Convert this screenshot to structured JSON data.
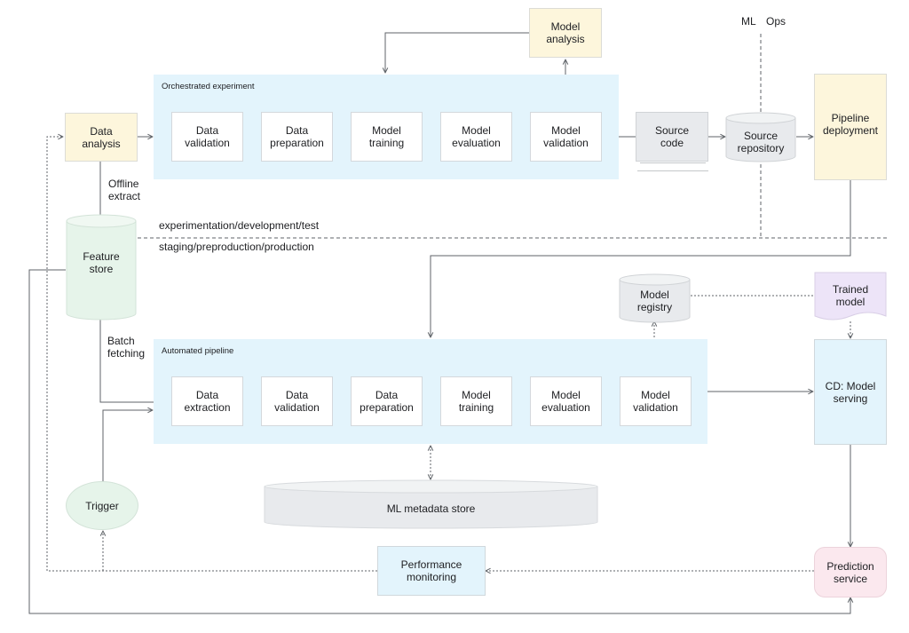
{
  "top": {
    "model_analysis": "Model\nanalysis",
    "panel_title": "Orchestrated experiment",
    "steps": [
      "Data\nvalidation",
      "Data\npreparation",
      "Model\ntraining",
      "Model\nevaluation",
      "Model\nvalidation"
    ],
    "data_analysis": "Data\nanalysis",
    "source_code": "Source\ncode",
    "source_repository": "Source\nrepository",
    "pipeline_deployment": "Pipeline\ndeployment"
  },
  "labels": {
    "ml": "ML",
    "ops": "Ops",
    "offline_extract": "Offline\nextract",
    "experimentation": "experimentation/development/test",
    "staging": "staging/preproduction/production",
    "batch_fetching": "Batch\nfetching"
  },
  "feature_store": "Feature\nstore",
  "bottom": {
    "model_registry": "Model\nregistry",
    "trained_model": "Trained\nmodel",
    "panel_title": "Automated pipeline",
    "steps": [
      "Data\nextraction",
      "Data\nvalidation",
      "Data\npreparation",
      "Model\ntraining",
      "Model\nevaluation",
      "Model\nvalidation"
    ],
    "cd_model_serving": "CD: Model\nserving",
    "trigger": "Trigger",
    "ml_metadata_store": "ML metadata store",
    "performance_monitoring": "Performance\nmonitoring",
    "prediction_service": "Prediction\nservice"
  },
  "colors": {
    "panel": "#e3f4fc",
    "yellow": "#fdf6dc",
    "green": "#e6f4ea",
    "purple": "#ede4f8",
    "pink": "#fbe8ee",
    "grey": "#e8eaed",
    "line": "#5f6368"
  }
}
